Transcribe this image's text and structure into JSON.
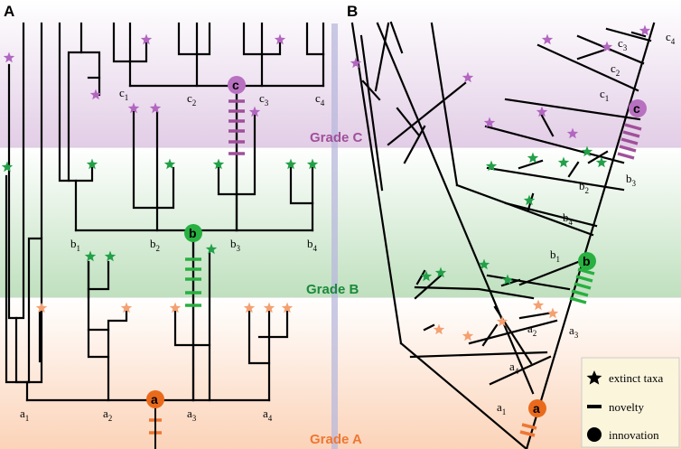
{
  "panels": {
    "a": "A",
    "b": "B"
  },
  "grades": {
    "c": "Grade C",
    "b": "Grade B",
    "a": "Grade A"
  },
  "colors": {
    "gradeA": "#ee7733",
    "gradeB": "#1a8a3a",
    "gradeC": "#a0509a",
    "starA": "#f4a070",
    "starB": "#22a048",
    "starC": "#b266c0",
    "nodeA": "#ea6a1c",
    "nodeB": "#28b040",
    "nodeC": "#b870c0",
    "divider": "#b8b8dc"
  },
  "nodes": {
    "a": "a",
    "b": "b",
    "c": "c"
  },
  "legend": {
    "star": "extinct taxa",
    "dash": "novelty",
    "dot": "innovation"
  },
  "tips_a": {
    "c1": "c",
    "c2": "c",
    "c3": "c",
    "c4": "c",
    "b1": "b",
    "b2": "b",
    "b3": "b",
    "b4": "b",
    "a1": "a",
    "a2": "a",
    "a3": "a",
    "a4": "a"
  },
  "tip_subs": {
    "1": "1",
    "2": "2",
    "3": "3",
    "4": "4"
  }
}
